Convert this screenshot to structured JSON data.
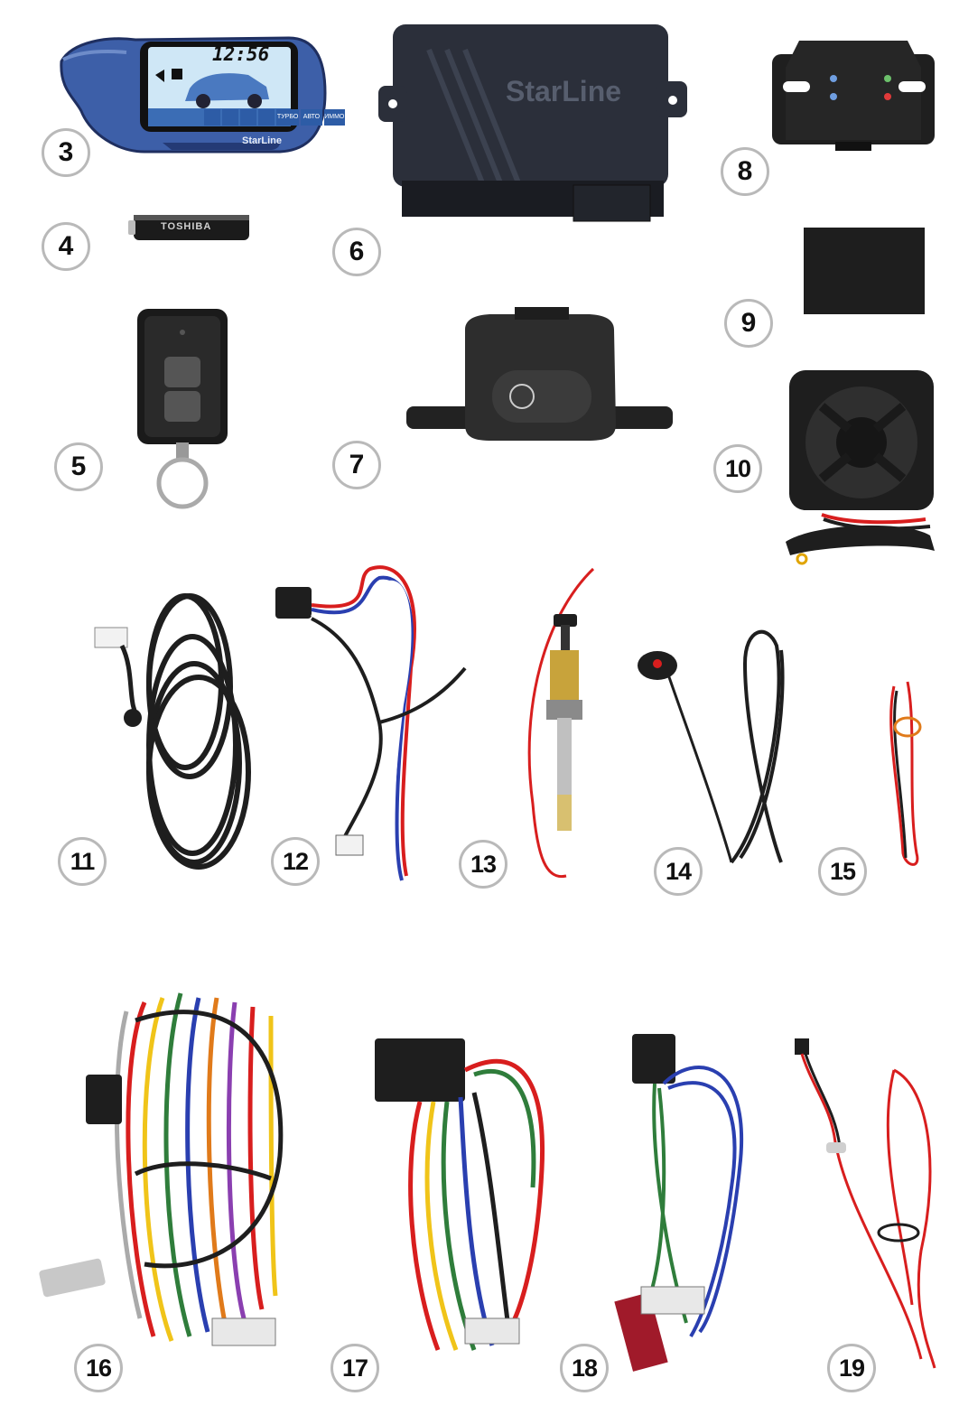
{
  "labels": {
    "n3": "3",
    "n4": "4",
    "n5": "5",
    "n6": "6",
    "n7": "7",
    "n8": "8",
    "n9": "9",
    "n10": "10",
    "n11": "11",
    "n12": "12",
    "n13": "13",
    "n14": "14",
    "n15": "15",
    "n16": "16",
    "n17": "17",
    "n18": "18",
    "n19": "19"
  },
  "remote_lcd": {
    "time": "12:56",
    "brand": "StarLine",
    "menu": [
      "",
      "",
      "",
      "",
      "ТУРБО",
      "АВТО",
      "ИММО"
    ]
  },
  "main_unit": {
    "brand": "StarLine"
  },
  "battery": {
    "brand": "TOSHIBA"
  },
  "colors": {
    "red_wire": "#d81e1e",
    "black_wire": "#1e1e1e",
    "blue_wire": "#2a3fb0",
    "yellow_wire": "#f0c419",
    "green_wire": "#2f7d3b",
    "remote_blue": "#3d5fa8",
    "remote_screen": "#cfe7f6"
  }
}
